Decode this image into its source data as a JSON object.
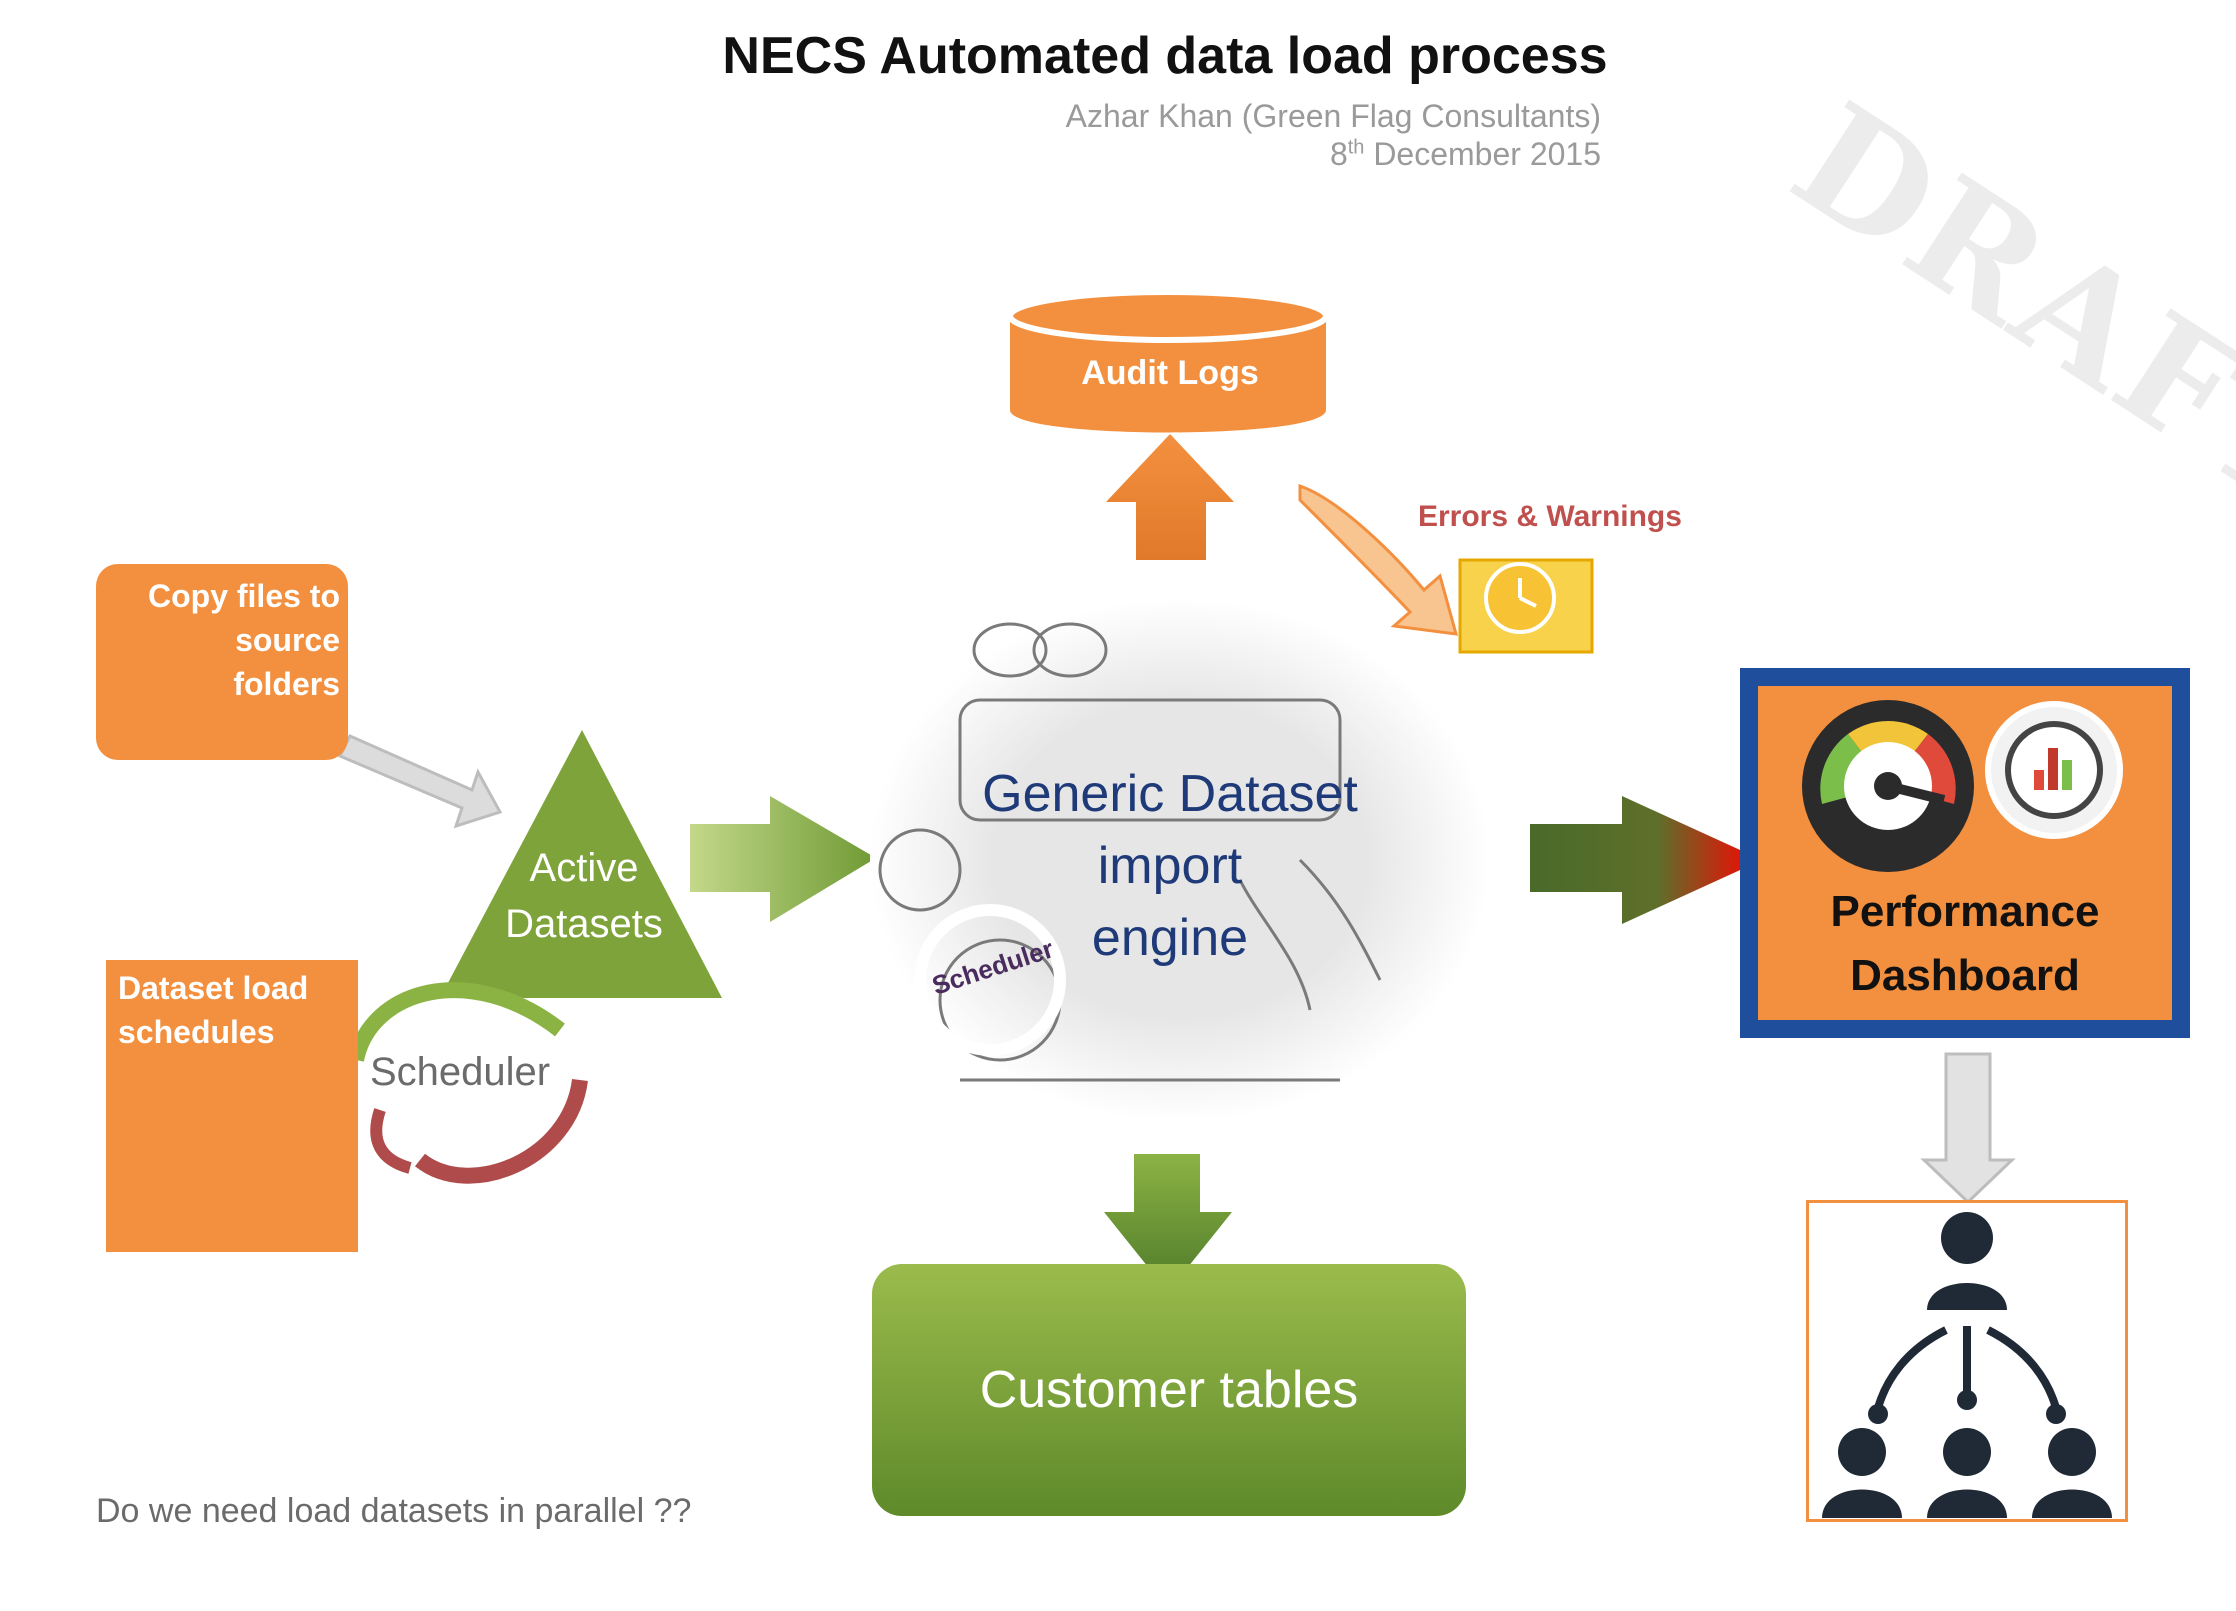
{
  "header": {
    "title": "NECS Automated data load process",
    "author": "Azhar Khan (Green Flag Consultants)",
    "date_day": "8",
    "date_suffix": "th",
    "date_rest": " December 2015",
    "watermark": "DRAFT"
  },
  "nodes": {
    "copy_files": [
      "Copy files to",
      "source",
      "folders"
    ],
    "schedules": [
      "Dataset load",
      "schedules"
    ],
    "active_datasets": [
      "Active",
      "Datasets"
    ],
    "scheduler": "Scheduler",
    "engine": [
      "Generic Dataset",
      "import",
      "engine"
    ],
    "engine_scheduler": "Scheduler",
    "audit_logs": "Audit Logs",
    "errors": "Errors & Warnings",
    "customer_tables": "Customer tables",
    "performance": [
      "Performance",
      "Dashboard"
    ]
  },
  "footer": {
    "question": "Do we need load datasets in parallel ??"
  },
  "colors": {
    "orange": "#f3903f",
    "green": "#7ea33b",
    "blue": "#1f4e9c",
    "red": "#e8141e"
  }
}
